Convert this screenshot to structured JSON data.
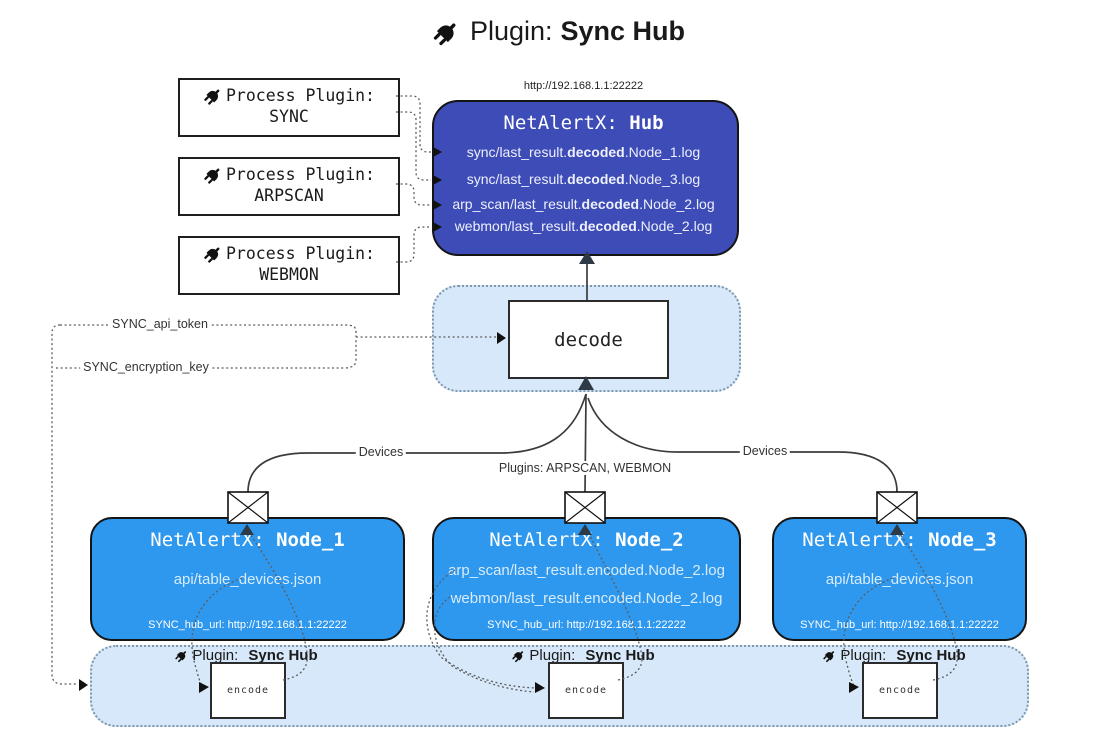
{
  "title": {
    "prefix": "Plugin:",
    "name": "Sync Hub"
  },
  "hub": {
    "url": "http://192.168.1.1:22222",
    "name_prefix": "NetAlertX:",
    "name": "Hub",
    "logs": [
      {
        "pre": "sync/last_result.",
        "bold": "decoded",
        "post": ".Node_1.log"
      },
      {
        "pre": "sync/last_result.",
        "bold": "decoded",
        "post": ".Node_3.log"
      },
      {
        "pre": "arp_scan/last_result.",
        "bold": "decoded",
        "post": ".Node_2.log"
      },
      {
        "pre": "webmon/last_result.",
        "bold": "decoded",
        "post": ".Node_2.log"
      }
    ]
  },
  "process_plugins": [
    {
      "label": "Process Plugin:",
      "name": "SYNC"
    },
    {
      "label": "Process Plugin:",
      "name": "ARPSCAN"
    },
    {
      "label": "Process Plugin:",
      "name": "WEBMON"
    }
  ],
  "decode_panel": {
    "box_label": "decode"
  },
  "settings": {
    "api_token": "SYNC_api_token",
    "encryption_key": "SYNC_encryption_key"
  },
  "edge_labels": {
    "left": "Devices",
    "middle": "Plugins: ARPSCAN, WEBMON",
    "right": "Devices"
  },
  "nodes": [
    {
      "name_prefix": "NetAlertX:",
      "name": "Node_1",
      "files": [
        "api/table_devices.json"
      ],
      "hub_url": "SYNC_hub_url: http://192.168.1.1:22222"
    },
    {
      "name_prefix": "NetAlertX:",
      "name": "Node_2",
      "files": [
        "arp_scan/last_result.encoded.Node_2.log",
        "webmon/last_result.encoded.Node_2.log"
      ],
      "hub_url": "SYNC_hub_url: http://192.168.1.1:22222"
    },
    {
      "name_prefix": "NetAlertX:",
      "name": "Node_3",
      "files": [
        "api/table_devices.json"
      ],
      "hub_url": "SYNC_hub_url: http://192.168.1.1:22222"
    }
  ],
  "encode_sections": [
    {
      "prefix": "Plugin:",
      "name": "Sync Hub",
      "box_label": "encode"
    },
    {
      "prefix": "Plugin:",
      "name": "Sync Hub",
      "box_label": "encode"
    },
    {
      "prefix": "Plugin:",
      "name": "Sync Hub",
      "box_label": "encode"
    }
  ],
  "colors": {
    "hub_fill": "#3d4cb6",
    "node_fill": "#2e97ee",
    "panel_fill": "#d6e8f9",
    "connector": "#5c5c5c"
  }
}
